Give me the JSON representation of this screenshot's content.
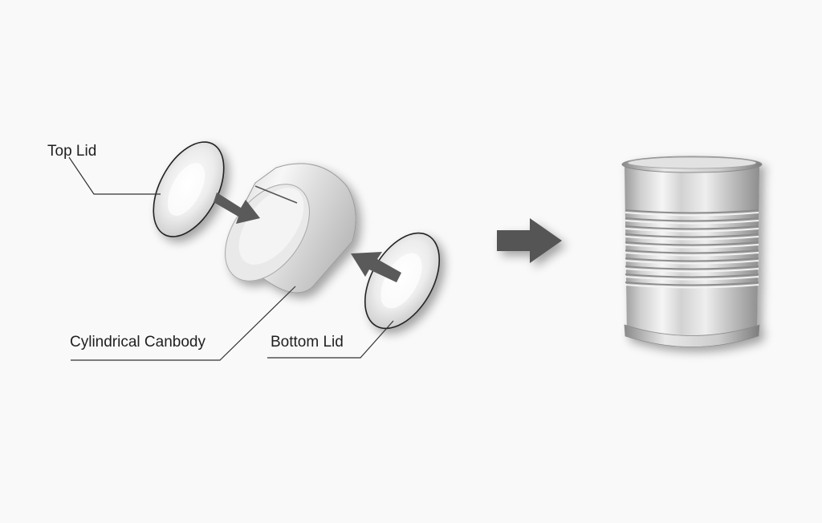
{
  "diagram": {
    "labels": {
      "top_lid": "Top Lid",
      "canbody": "Cylindrical Canbody",
      "bottom_lid": "Bottom Lid"
    },
    "colors": {
      "background": "#f9f9f9",
      "arrow": "#5a5a5a",
      "line": "#333333",
      "metal_light": "#f4f4f4",
      "metal_dark": "#9a9a9a"
    }
  }
}
